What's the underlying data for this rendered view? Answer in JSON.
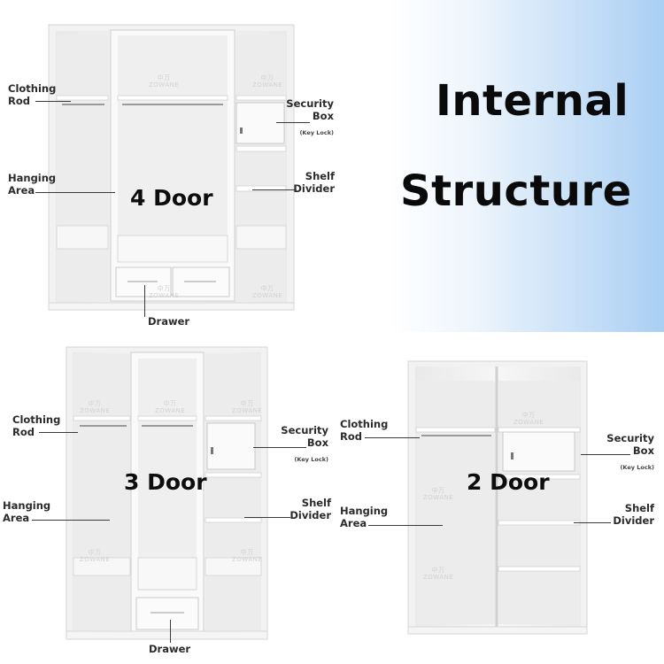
{
  "heading": {
    "line1": "Internal",
    "line2": "Structure"
  },
  "watermark": {
    "cn": "中万",
    "en": "ZOWANE"
  },
  "wardrobe4": {
    "door_label": "4 Door",
    "clothing_rod": [
      "Clothing",
      "Rod"
    ],
    "security_box": [
      "Security",
      "Box"
    ],
    "key_lock": "(Key Lock)",
    "hanging_area": [
      "Hanging",
      "Area"
    ],
    "shelf_divider": [
      "Shelf",
      "Divider"
    ],
    "drawer": "Drawer"
  },
  "wardrobe3": {
    "door_label": "3 Door",
    "clothing_rod": [
      "Clothing",
      "Rod"
    ],
    "security_box": [
      "Security",
      "Box"
    ],
    "key_lock": "(Key Lock)",
    "hanging_area": [
      "Hanging",
      "Area"
    ],
    "shelf_divider": [
      "Shelf",
      "Divider"
    ],
    "drawer": "Drawer"
  },
  "wardrobe2": {
    "door_label": "2 Door",
    "clothing_rod": [
      "Clothing",
      "Rod"
    ],
    "security_box": [
      "Security",
      "Box"
    ],
    "key_lock": "(Key Lock)",
    "hanging_area": [
      "Hanging",
      "Area"
    ],
    "shelf_divider": [
      "Shelf",
      "Divider"
    ]
  }
}
